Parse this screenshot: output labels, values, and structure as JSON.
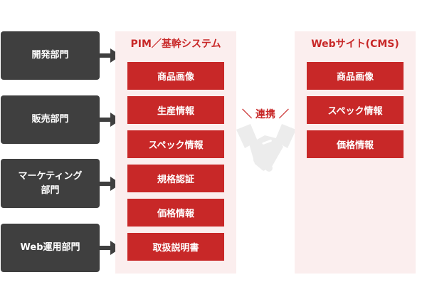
{
  "departments": [
    {
      "label": "開発部門"
    },
    {
      "label": "販売部門"
    },
    {
      "label": "マーケティング\n部門"
    },
    {
      "label": "Web運用部門"
    }
  ],
  "pim": {
    "title": "PIM／基幹システム",
    "items": [
      {
        "label": "商品画像"
      },
      {
        "label": "生産情報"
      },
      {
        "label": "スペック情報"
      },
      {
        "label": "規格認証"
      },
      {
        "label": "価格情報"
      },
      {
        "label": "取扱説明書"
      }
    ]
  },
  "link": {
    "label": "＼ 連携 ／"
  },
  "cms": {
    "title": "Webサイト(CMS)",
    "items": [
      {
        "label": "商品画像"
      },
      {
        "label": "スペック情報"
      },
      {
        "label": "価格情報"
      }
    ]
  },
  "colors": {
    "accent": "#c82828",
    "panel_bg": "#fbeeee",
    "dept_bg": "#3f3f3f",
    "handshake": "#ececec"
  },
  "icons": [
    "arrow-right-icon",
    "handshake-icon"
  ]
}
